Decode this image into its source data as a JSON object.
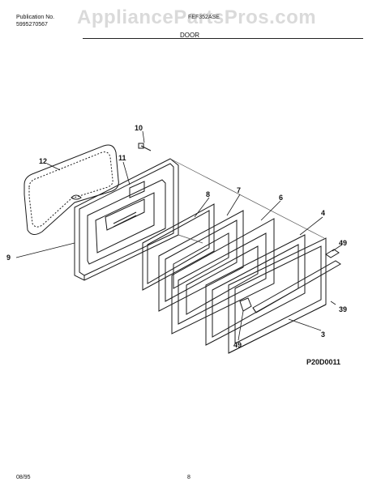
{
  "header": {
    "publication_label": "Publication No.",
    "publication_number": "5995270567",
    "model": "FEF352ASE",
    "watermark": "AppliancePartsPros.com",
    "section_title": "DOOR"
  },
  "diagram": {
    "code": "P20D0011",
    "parts": [
      "10",
      "12",
      "11",
      "8",
      "7",
      "6",
      "4",
      "49",
      "9",
      "39",
      "49",
      "3"
    ]
  },
  "footer": {
    "date": "08/95",
    "page": "8"
  },
  "colors": {
    "line": "#1a1a1a",
    "watermark": "#969696"
  }
}
